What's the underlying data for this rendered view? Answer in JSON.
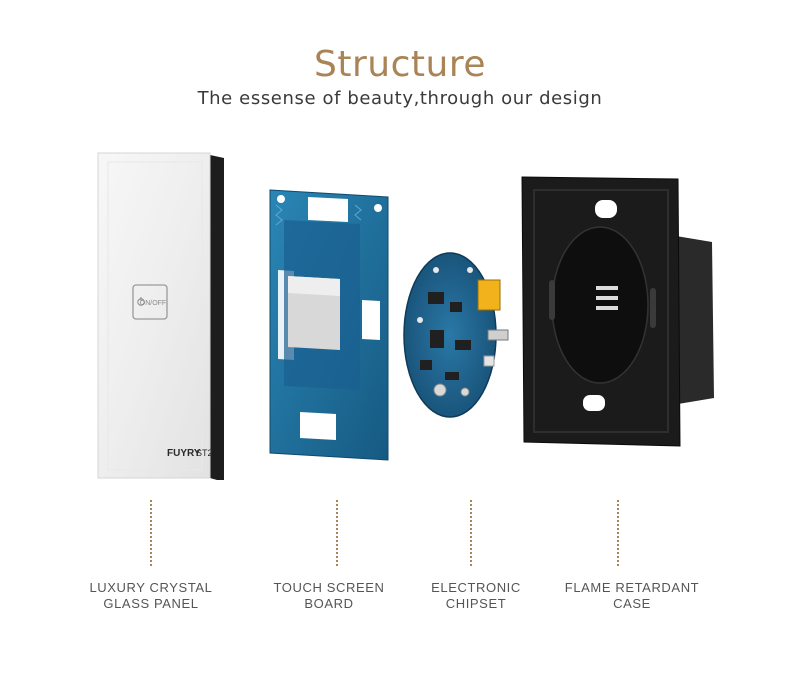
{
  "header": {
    "title": "Structure",
    "subtitle": "The essense of beauty,through our design"
  },
  "panel": {
    "button_text": "ON/OFF",
    "brand": "FUYRY",
    "model": "ST2"
  },
  "labels": [
    {
      "line1": "LUXURY CRYSTAL",
      "line2": "GLASS PANEL"
    },
    {
      "line1": "TOUCH SCREEN",
      "line2": "BOARD"
    },
    {
      "line1": "ELECTRONIC",
      "line2": "CHIPSET"
    },
    {
      "line1": "FLAME RETARDANT",
      "line2": "CASE"
    }
  ],
  "colors": {
    "accent": "#a88456",
    "board_blue": "#1f6f9c",
    "case_black": "#1a1a1a"
  }
}
